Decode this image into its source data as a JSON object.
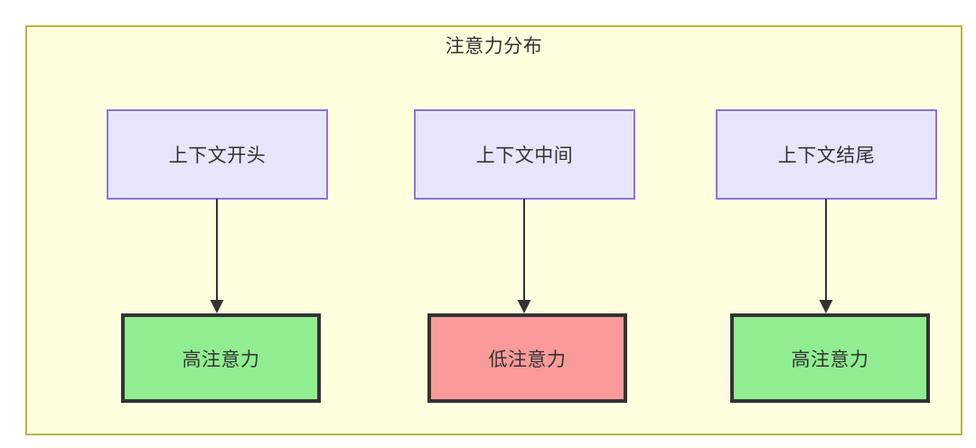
{
  "diagram": {
    "type": "flowchart",
    "title": "注意力分布",
    "background_color": "#ffffff",
    "container": {
      "fill": "#ffffe0",
      "stroke": "#bdb441"
    },
    "palette": {
      "context_fill": "#e6e6fa",
      "context_stroke": "#9370db",
      "high_attention_fill": "#90ee90",
      "low_attention_fill": "#fa9a9a",
      "node_stroke": "#333333",
      "text_color": "#333333"
    },
    "columns": [
      {
        "id": "start",
        "source": {
          "label": "上下文开头"
        },
        "target": {
          "label": "高注意力",
          "level": "high"
        }
      },
      {
        "id": "middle",
        "source": {
          "label": "上下文中间"
        },
        "target": {
          "label": "低注意力",
          "level": "low"
        }
      },
      {
        "id": "end",
        "source": {
          "label": "上下文结尾"
        },
        "target": {
          "label": "高注意力",
          "level": "high"
        }
      }
    ],
    "edges": [
      {
        "from": "上下文开头",
        "to": "高注意力",
        "arrow": "arrow-down-icon"
      },
      {
        "from": "上下文中间",
        "to": "低注意力",
        "arrow": "arrow-down-icon"
      },
      {
        "from": "上下文结尾",
        "to": "高注意力",
        "arrow": "arrow-down-icon"
      }
    ]
  }
}
